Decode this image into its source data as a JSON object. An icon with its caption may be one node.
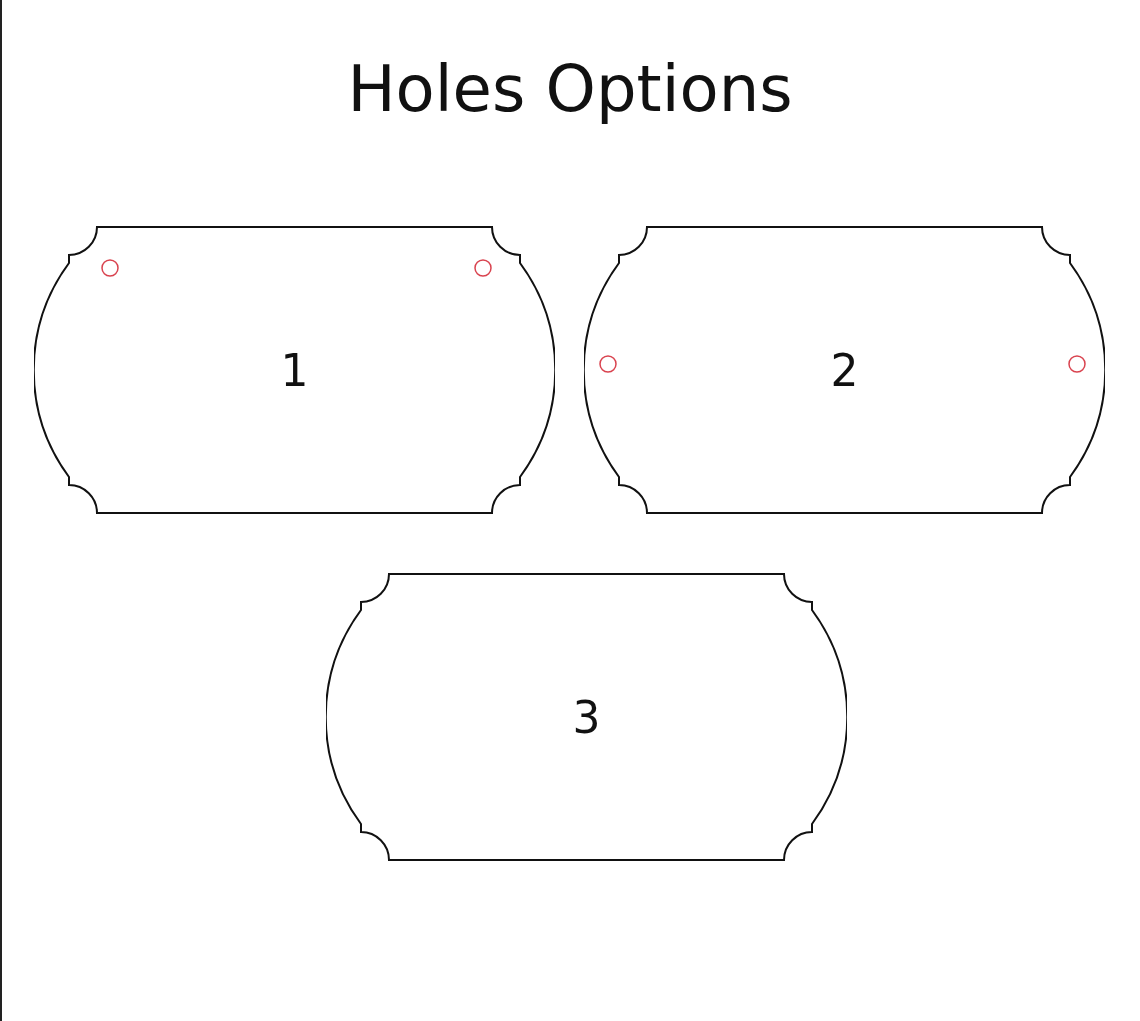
{
  "diagram": {
    "title": "Holes Options",
    "nodes": [
      {
        "text": [
          "1"
        ]
      },
      {
        "text": [
          "2"
        ]
      },
      {
        "text": [
          "3"
        ]
      }
    ]
  }
}
